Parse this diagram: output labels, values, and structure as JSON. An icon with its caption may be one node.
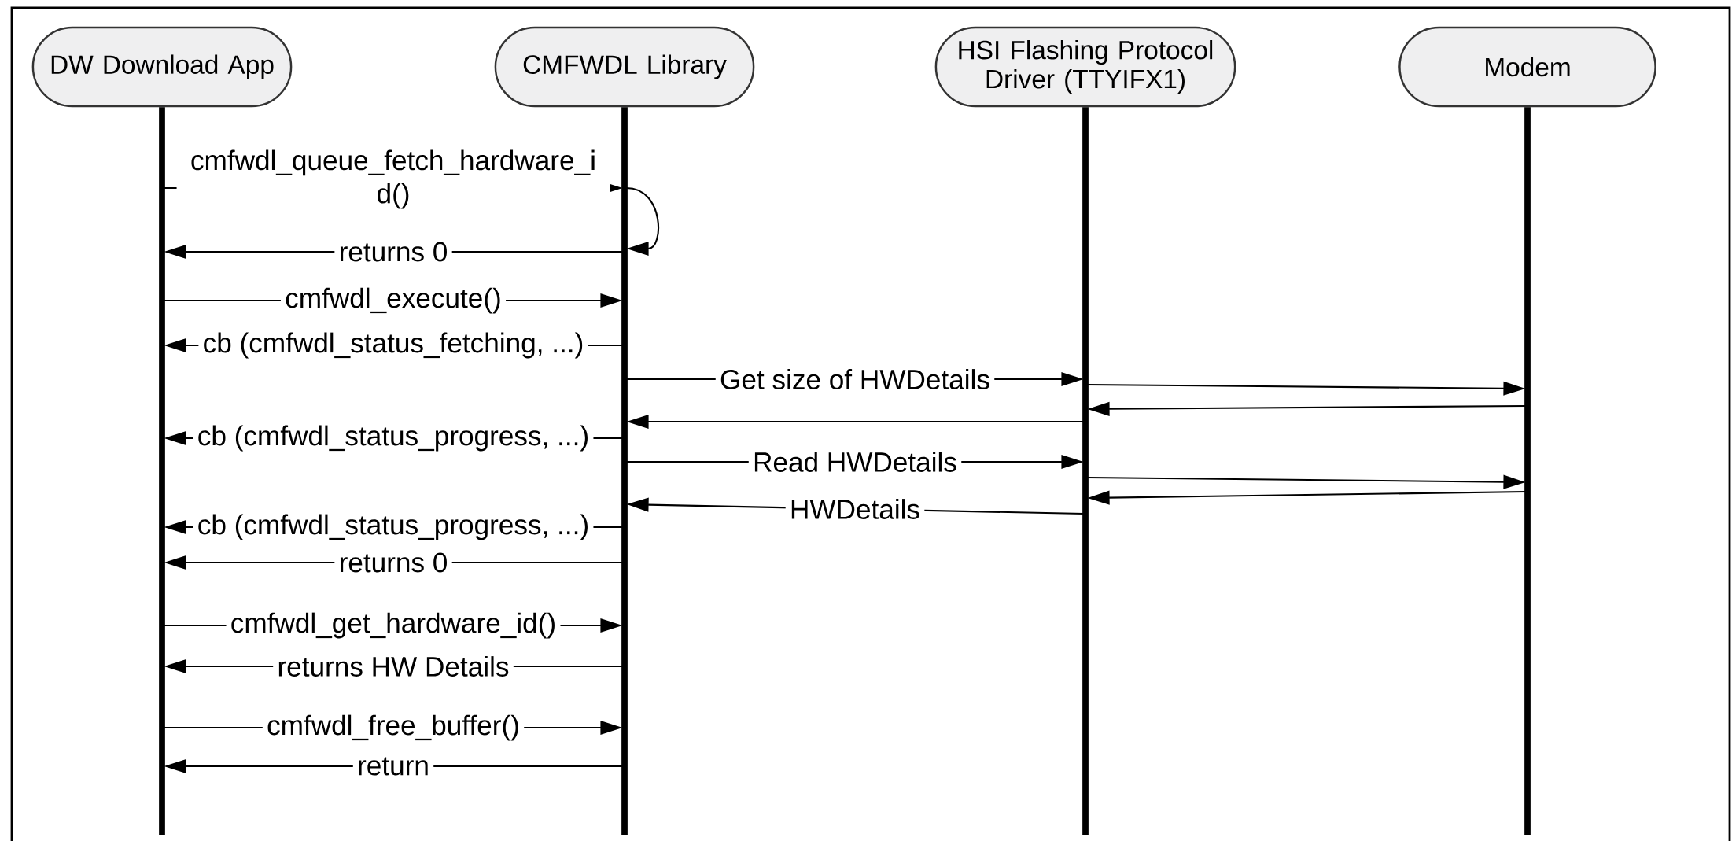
{
  "diagram": {
    "nodes": [
      {
        "text": [
          "DW Download App"
        ]
      },
      {
        "text": [
          "CMFWDL Library"
        ]
      },
      {
        "text": [
          "HSI Flashing Protocol Driver (TTYIFX1)"
        ]
      },
      {
        "text": [
          "Modem"
        ]
      }
    ],
    "edges": [
      {
        "from": 0,
        "to": 1,
        "arrow": "to",
        "label": "cmfwdl_queue_fetch_hardware_i d()"
      },
      {
        "from": 1,
        "to": 1,
        "arrow": "to"
      },
      {
        "from": 1,
        "to": 0,
        "arrow": "to",
        "label": "returns 0"
      },
      {
        "from": 0,
        "to": 1,
        "arrow": "to",
        "label": "cmfwdl_execute()"
      },
      {
        "from": 1,
        "to": 0,
        "arrow": "to",
        "label": "cb (cmfwdl_status_fetching, ...)"
      },
      {
        "from": 1,
        "to": 2,
        "arrow": "to",
        "label": "Get size of HWDetails"
      },
      {
        "from": 2,
        "to": 3,
        "arrow": "to"
      },
      {
        "from": 3,
        "to": 2,
        "arrow": "to"
      },
      {
        "from": 2,
        "to": 1,
        "arrow": "to"
      },
      {
        "from": 1,
        "to": 0,
        "arrow": "to",
        "label": "cb (cmfwdl_status_progress, ...)"
      },
      {
        "from": 1,
        "to": 2,
        "arrow": "to",
        "label": "Read HWDetails"
      },
      {
        "from": 2,
        "to": 3,
        "arrow": "to"
      },
      {
        "from": 3,
        "to": 2,
        "arrow": "to"
      },
      {
        "from": 2,
        "to": 1,
        "arrow": "to",
        "label": "HWDetails"
      },
      {
        "from": 1,
        "to": 0,
        "arrow": "to",
        "label": "cb (cmfwdl_status_progress, ...)"
      },
      {
        "from": 1,
        "to": 0,
        "arrow": "to",
        "label": "returns 0"
      },
      {
        "from": 0,
        "to": 1,
        "arrow": "to",
        "label": "cmfwdl_get_hardware_id()"
      },
      {
        "from": 1,
        "to": 0,
        "arrow": "to",
        "label": "returns HW Details"
      },
      {
        "from": 0,
        "to": 1,
        "arrow": "to",
        "label": "cmfwdl_free_buffer()"
      },
      {
        "from": 1,
        "to": 0,
        "arrow": "to",
        "label": "return"
      }
    ]
  }
}
